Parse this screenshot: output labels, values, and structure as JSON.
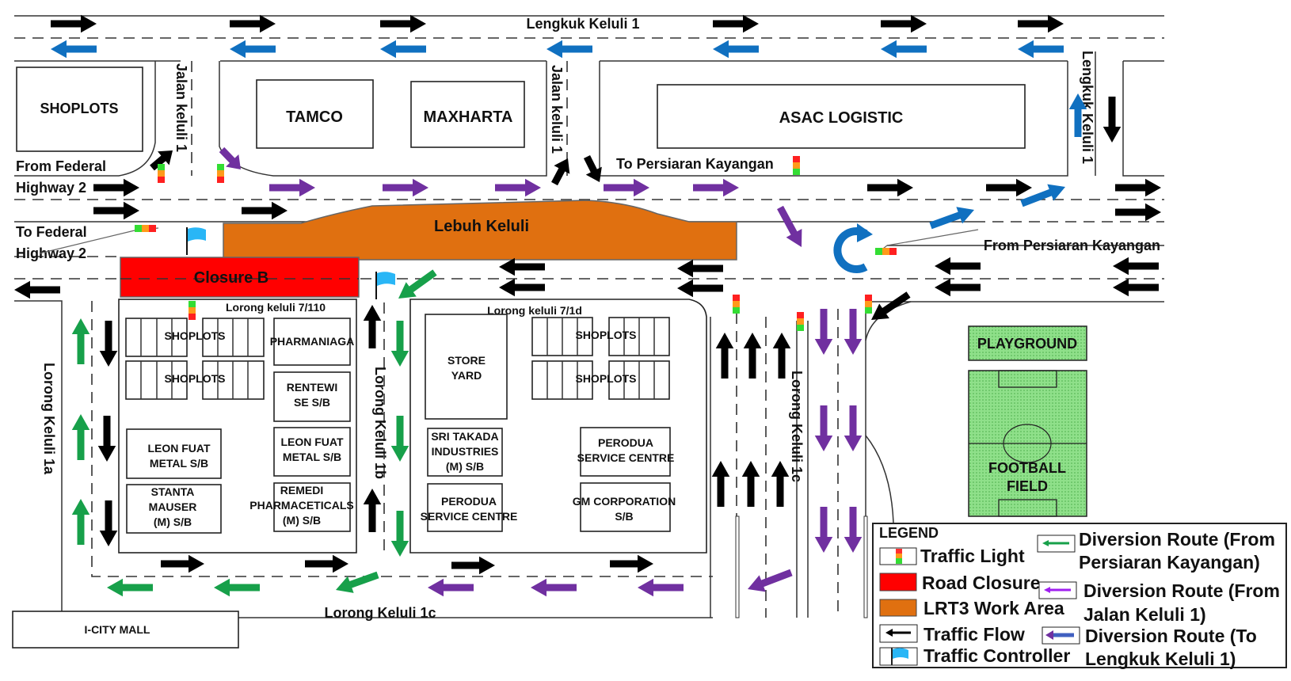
{
  "map": {
    "colors": {
      "closure": "#ff0000",
      "lrt3": "#e07010",
      "traffic_flow": "#000000",
      "diversion_from_persiaran": "#17a04a",
      "diversion_from_jalan": "#7030a0",
      "diversion_to_lengkuk": "#1070c0",
      "flag": "#29b6f6",
      "field": "#8fe08a"
    },
    "roads": {
      "lengkuk_keluli_1_top": "Lengkuk Keluli 1",
      "jalan_keluli_1_left": "Jalan keluli 1",
      "jalan_keluli_1_right": "Jalan keluli 1",
      "lengkuk_keluli_1_right": "Lengkuk Keluli 1",
      "lebuh_keluli": "Lebuh Keluli",
      "lorong_keluli_7_110": "Lorong keluli 7/110",
      "lorong_keluli_7_1d": "Lorong keluli 7/1d",
      "lorong_keluli_1a": "Lorong Keluli 1a",
      "lorong_keluli_1b": "Lorong Keluli 1b",
      "lorong_keluli_1c_vertical": "Lorong Keluli 1c",
      "lorong_keluli_1c_bottom": "Lorong Keluli 1c"
    },
    "directions": {
      "from_federal_1": "From Federal",
      "from_federal_2": "Highway 2",
      "to_federal_1": "To Federal",
      "to_federal_2": "Highway 2",
      "to_persiaran": "To Persiaran Kayangan",
      "from_persiaran": "From Persiaran Kayangan"
    },
    "closure_label": "Closure B",
    "buildings": {
      "shoplots_top": "SHOPLOTS",
      "tamco": "TAMCO",
      "maxharta": "MAXHARTA",
      "asac": "ASAC LOGISTIC",
      "shoplots_a": "SHOPLOTS",
      "shoplots_b": "SHOPLOTS",
      "pharmaniaga": "PHARMANIAGA",
      "rentewi_1": "RENTEWI",
      "rentewi_2": "SE S/B",
      "leon1_1": "LEON FUAT",
      "leon1_2": "METAL S/B",
      "leon2_1": "LEON FUAT",
      "leon2_2": "METAL S/B",
      "stanta_1": "STANTA",
      "stanta_2": "MAUSER",
      "stanta_3": "(M) S/B",
      "remedi_1": "REMEDI",
      "remedi_2": "PHARMACETICALS",
      "remedi_3": "(M) S/B",
      "store_1": "STORE",
      "store_2": "YARD",
      "shoplots_c": "SHOPLOTS",
      "shoplots_d": "SHOPLOTS",
      "sri_1": "SRI TAKADA",
      "sri_2": "INDUSTRIES",
      "sri_3": "(M) S/B",
      "perodua1_1": "PERODUA",
      "perodua1_2": "SERVICE CENTRE",
      "perodua2_1": "PERODUA",
      "perodua2_2": "SERVICE CENTRE",
      "gm_1": "GM CORPORATION",
      "gm_2": "S/B",
      "playground": "PLAYGROUND",
      "football_1": "FOOTBALL",
      "football_2": "FIELD",
      "icity": "I-CITY MALL"
    }
  },
  "legend": {
    "title": "LEGEND",
    "items": [
      {
        "icon": "traffic-light",
        "label": "Traffic Light"
      },
      {
        "icon": "road-closure",
        "label": "Road Closure"
      },
      {
        "icon": "lrt3-work-area",
        "label": "LRT3 Work Area"
      },
      {
        "icon": "traffic-flow-arrow",
        "label": "Traffic Flow"
      },
      {
        "icon": "traffic-controller-flag",
        "label": "Traffic Controller"
      }
    ],
    "diversions": [
      {
        "icon": "green-arrow",
        "line1": "Diversion Route (From",
        "line2": "Persiaran Kayangan)"
      },
      {
        "icon": "purple-arrow",
        "line1": "Diversion Route (From",
        "line2": "Jalan Keluli 1)"
      },
      {
        "icon": "blue-arrow",
        "line1": "Diversion Route (To",
        "line2": "Lengkuk Keluli 1)"
      }
    ]
  }
}
